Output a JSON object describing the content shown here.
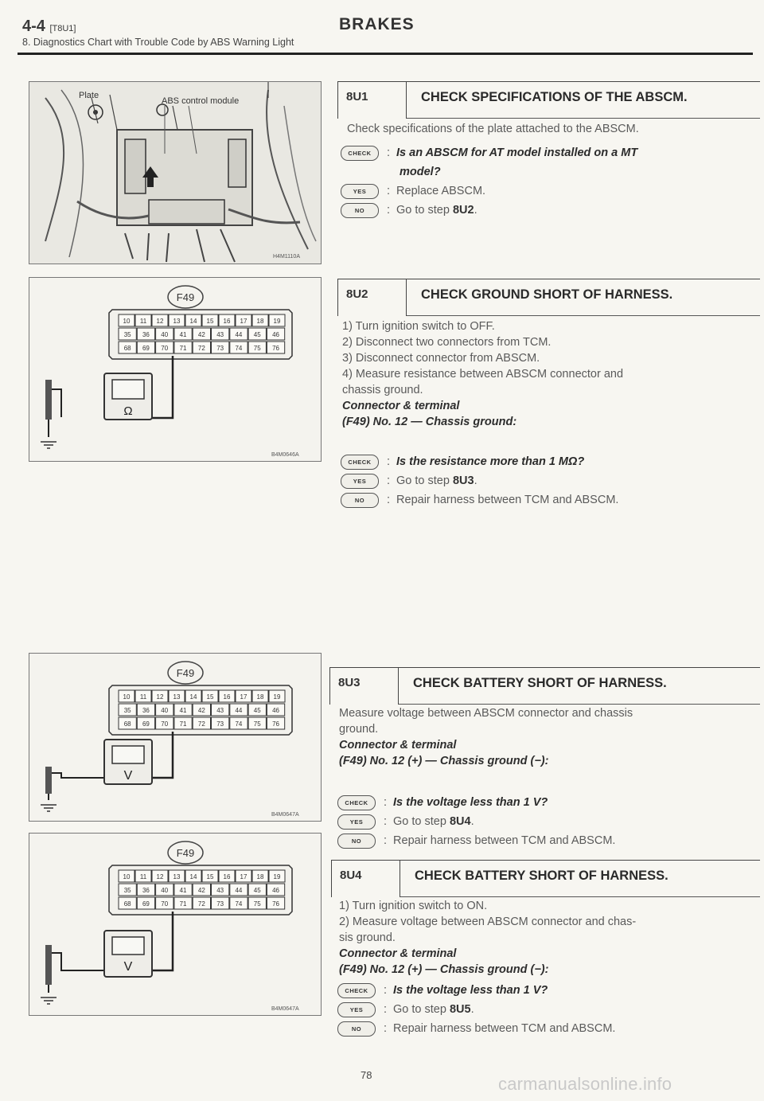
{
  "header": {
    "section": "4-4",
    "section_code": "[T8U1]",
    "title": "BRAKES",
    "subtitle": "8. Diagnostics Chart with Trouble Code by ABS Warning Light"
  },
  "figures": {
    "photo": {
      "label_plate": "Plate",
      "label_module": "ABS control module",
      "id": "H4M1110A"
    },
    "fig2": {
      "connector": "F49",
      "meter": "Ω",
      "id": "B4M0646A"
    },
    "fig3": {
      "connector": "F49",
      "meter": "V",
      "id": "B4M0647A"
    },
    "fig4": {
      "connector": "F49",
      "meter": "V",
      "id": "B4M0647A"
    }
  },
  "connector_terminals": {
    "row1": [
      "10",
      "11",
      "12",
      "13",
      "14",
      "15",
      "16",
      "17",
      "18",
      "19"
    ],
    "row2": [
      "35",
      "36",
      "40",
      "41",
      "42",
      "43",
      "44",
      "45",
      "46"
    ],
    "row3": [
      "68",
      "69",
      "70",
      "71",
      "72",
      "73",
      "74",
      "75",
      "76"
    ]
  },
  "pills": {
    "check": "CHECK",
    "yes": "YES",
    "no": "NO"
  },
  "steps": [
    {
      "num": "8U1",
      "title": "CHECK SPECIFICATIONS OF THE ABSCM.",
      "body": [
        "Check specifications of the plate attached to the ABSCM."
      ],
      "connector_label": "",
      "connector_spec": "",
      "check_lines": [
        "Is an ABSCM for AT model installed on a MT",
        "model?"
      ],
      "yes": "Replace ABSCM.",
      "no_prefix": "Go to step ",
      "no_step": "8U2",
      "no_suffix": "."
    },
    {
      "num": "8U2",
      "title": "CHECK GROUND SHORT OF HARNESS.",
      "body": [
        "1) Turn ignition switch to OFF.",
        "2) Disconnect two connectors from TCM.",
        "3) Disconnect connector from ABSCM.",
        "4) Measure resistance between ABSCM connector and",
        "chassis ground."
      ],
      "connector_label": "Connector & terminal",
      "connector_spec": "(F49) No. 12 — Chassis ground:",
      "check_lines": [
        "Is the resistance more than 1 MΩ?"
      ],
      "yes_prefix": "Go to step ",
      "yes_step": "8U3",
      "yes_suffix": ".",
      "no": "Repair harness between TCM and ABSCM."
    },
    {
      "num": "8U3",
      "title": "CHECK BATTERY SHORT OF HARNESS.",
      "body": [
        "Measure voltage between ABSCM connector and chassis",
        "ground."
      ],
      "connector_label": "Connector & terminal",
      "connector_spec": "(F49) No. 12 (+) — Chassis ground (−):",
      "check_lines": [
        "Is the voltage less than 1 V?"
      ],
      "yes_prefix": "Go to step ",
      "yes_step": "8U4",
      "yes_suffix": ".",
      "no": "Repair harness between TCM and ABSCM."
    },
    {
      "num": "8U4",
      "title": "CHECK BATTERY SHORT OF HARNESS.",
      "body": [
        "1) Turn ignition switch to ON.",
        "2) Measure voltage between ABSCM connector and chas-",
        "sis ground."
      ],
      "connector_label": "Connector & terminal",
      "connector_spec": "(F49) No. 12 (+) — Chassis ground (−):",
      "check_lines": [
        "Is the voltage less than 1 V?"
      ],
      "yes_prefix": "Go to step ",
      "yes_step": "8U5",
      "yes_suffix": ".",
      "no": "Repair harness between TCM and ABSCM."
    }
  ],
  "footer": {
    "page_number": "78",
    "watermark": "carmanualsonline.info"
  }
}
